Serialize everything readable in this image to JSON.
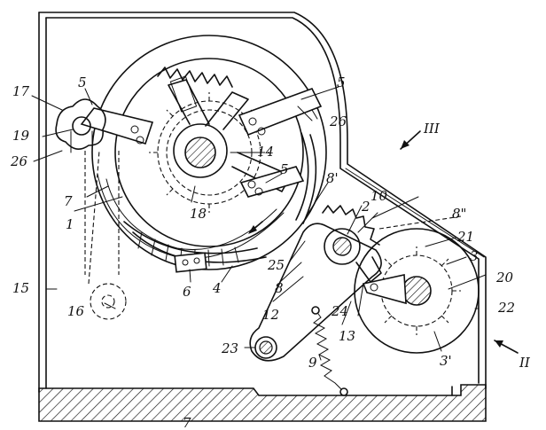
{
  "labels": {
    "l1": "1",
    "l2": "2",
    "l3": "3",
    "l3p": "3'",
    "l4": "4",
    "l5a": "5",
    "l5b": "5",
    "l5c": "5",
    "l6": "6",
    "l7a": "7",
    "l7b": "7",
    "l8": "8",
    "l8p": "8'",
    "l8pp": "8\"",
    "l9": "9",
    "l10": "10",
    "l12": "12",
    "l13": "13",
    "l14": "14",
    "l15": "15",
    "l16": "16",
    "l17": "17",
    "l18": "18",
    "l19": "19",
    "l20": "20",
    "l21": "21",
    "l22": "22",
    "l23": "23",
    "l24": "24",
    "l25": "25",
    "l26a": "26",
    "l26b": "26",
    "view_III": "III",
    "view_II": "II"
  }
}
